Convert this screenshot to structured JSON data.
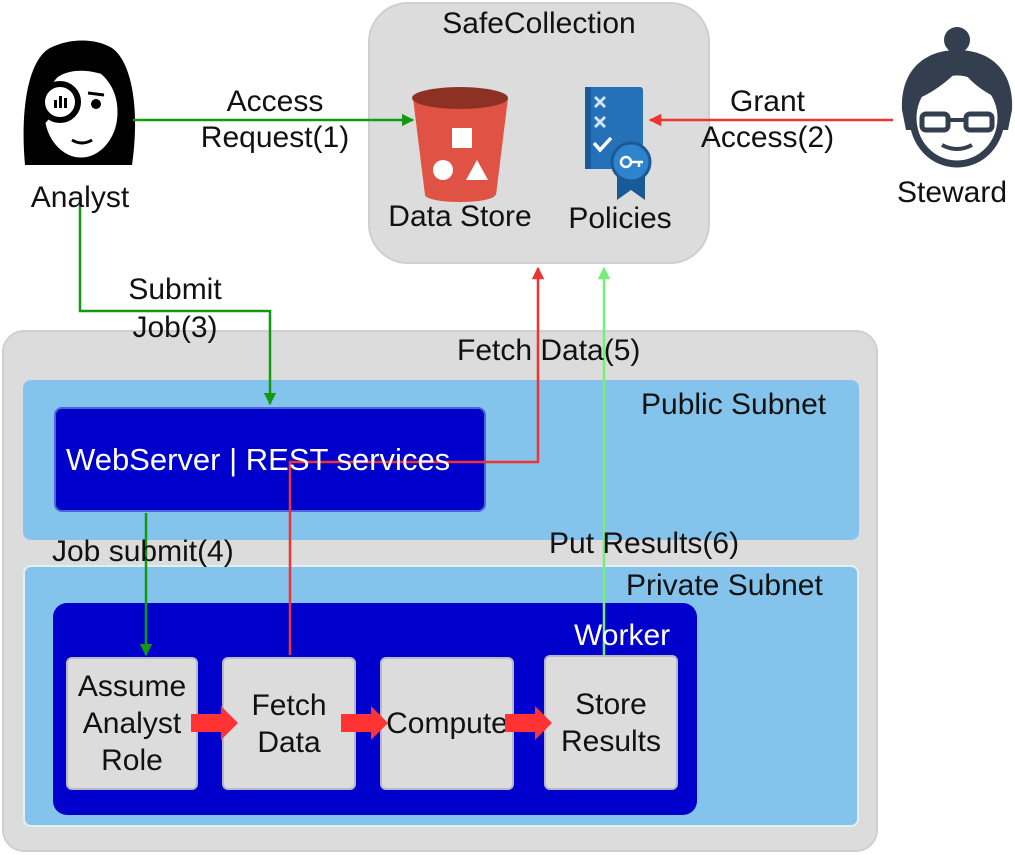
{
  "safecollection": {
    "title": "SafeCollection",
    "data_store_label": "Data Store",
    "policies_label": "Policies"
  },
  "actors": {
    "analyst": "Analyst",
    "steward": "Steward"
  },
  "edges": {
    "access_request_line1": "Access",
    "access_request_line2": "Request(1)",
    "grant_access_line1": "Grant",
    "grant_access_line2": "Access(2)",
    "submit_job_line1": "Submit",
    "submit_job_line2": "Job(3)",
    "fetch_data": "Fetch Data(5)",
    "job_submit": "Job submit(4)",
    "put_results": "Put Results(6)"
  },
  "subnets": {
    "public": "Public Subnet",
    "private": "Private Subnet"
  },
  "webserver": {
    "label": "WebServer | REST services"
  },
  "worker": {
    "label": "Worker",
    "steps": {
      "assume": "Assume Analyst Role",
      "fetch": "Fetch Data",
      "compute": "Compute",
      "store": "Store Results"
    }
  },
  "colors": {
    "green": "#119911",
    "red": "#ee3333",
    "light_green": "#77ee77",
    "navy": "#0000cc",
    "subnet": "#84c4ec",
    "panel": "#dcdcdc"
  }
}
